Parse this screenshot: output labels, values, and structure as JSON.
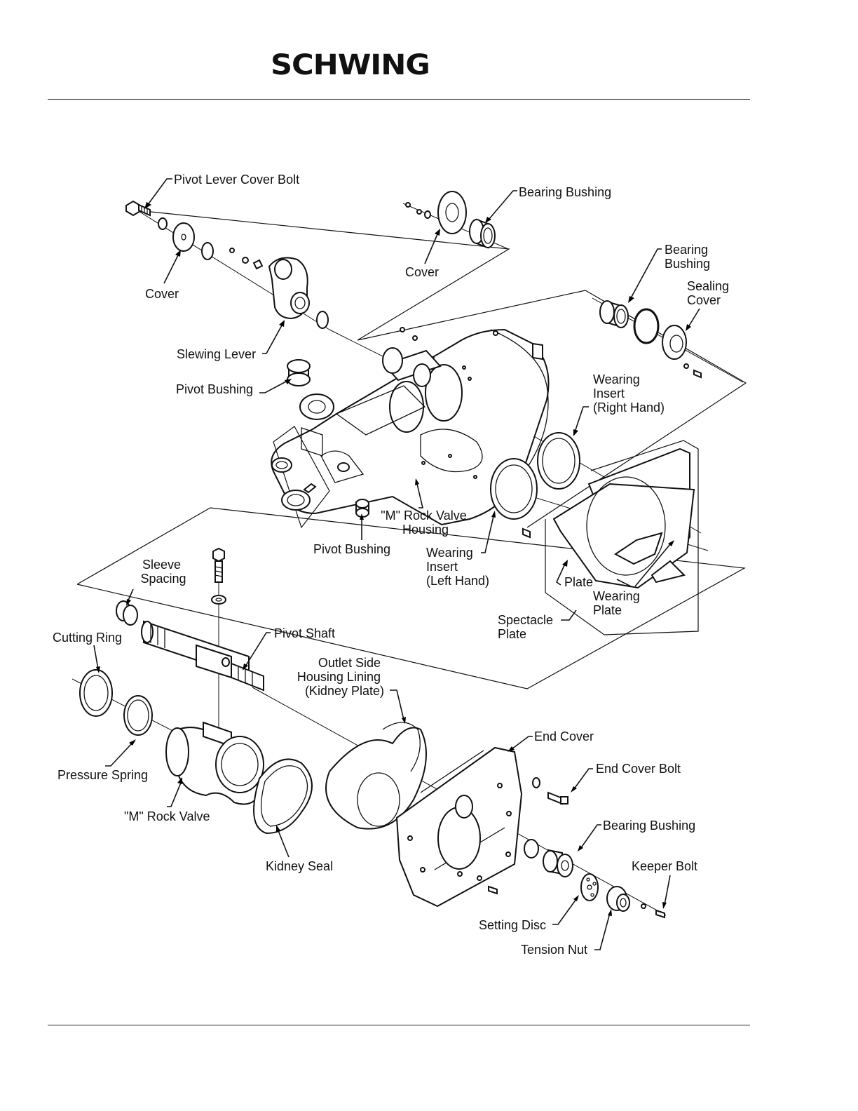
{
  "brand": {
    "logo_text": "SCHWING"
  },
  "labels": {
    "pivot_lever_cover_bolt": "Pivot Lever Cover Bolt",
    "cover_left": "Cover",
    "slewing_lever": "Slewing Lever",
    "pivot_bushing_upper": "Pivot Bushing",
    "cover_top": "Cover",
    "bearing_bushing_top": "Bearing Bushing",
    "bearing_bushing_right": [
      "Bearing",
      "Bushing"
    ],
    "sealing_cover": [
      "Sealing",
      "Cover"
    ],
    "wearing_insert_right": [
      "Wearing",
      "Insert",
      "(Right Hand)"
    ],
    "m_rock_valve_housing": [
      "\"M\" Rock Valve",
      "Housing"
    ],
    "pivot_bushing_lower": "Pivot Bushing",
    "wearing_insert_left": [
      "Wearing",
      "Insert",
      "(Left Hand)"
    ],
    "plate": "Plate",
    "wearing_plate": [
      "Wearing",
      "Plate"
    ],
    "spectacle_plate": [
      "Spectacle",
      "Plate"
    ],
    "sleeve_spacing": [
      "Sleeve",
      "Spacing"
    ],
    "cutting_ring": "Cutting Ring",
    "pivot_shaft": "Pivot Shaft",
    "outlet_side_housing_lining": [
      "Outlet Side",
      "Housing Lining",
      "(Kidney Plate)"
    ],
    "pressure_spring": "Pressure Spring",
    "m_rock_valve": "\"M\" Rock Valve",
    "kidney_seal": "Kidney Seal",
    "end_cover": "End Cover",
    "end_cover_bolt": "End Cover Bolt",
    "bearing_bushing_bottom": "Bearing Bushing",
    "keeper_bolt": "Keeper Bolt",
    "setting_disc": "Setting Disc",
    "tension_nut": "Tension Nut"
  }
}
